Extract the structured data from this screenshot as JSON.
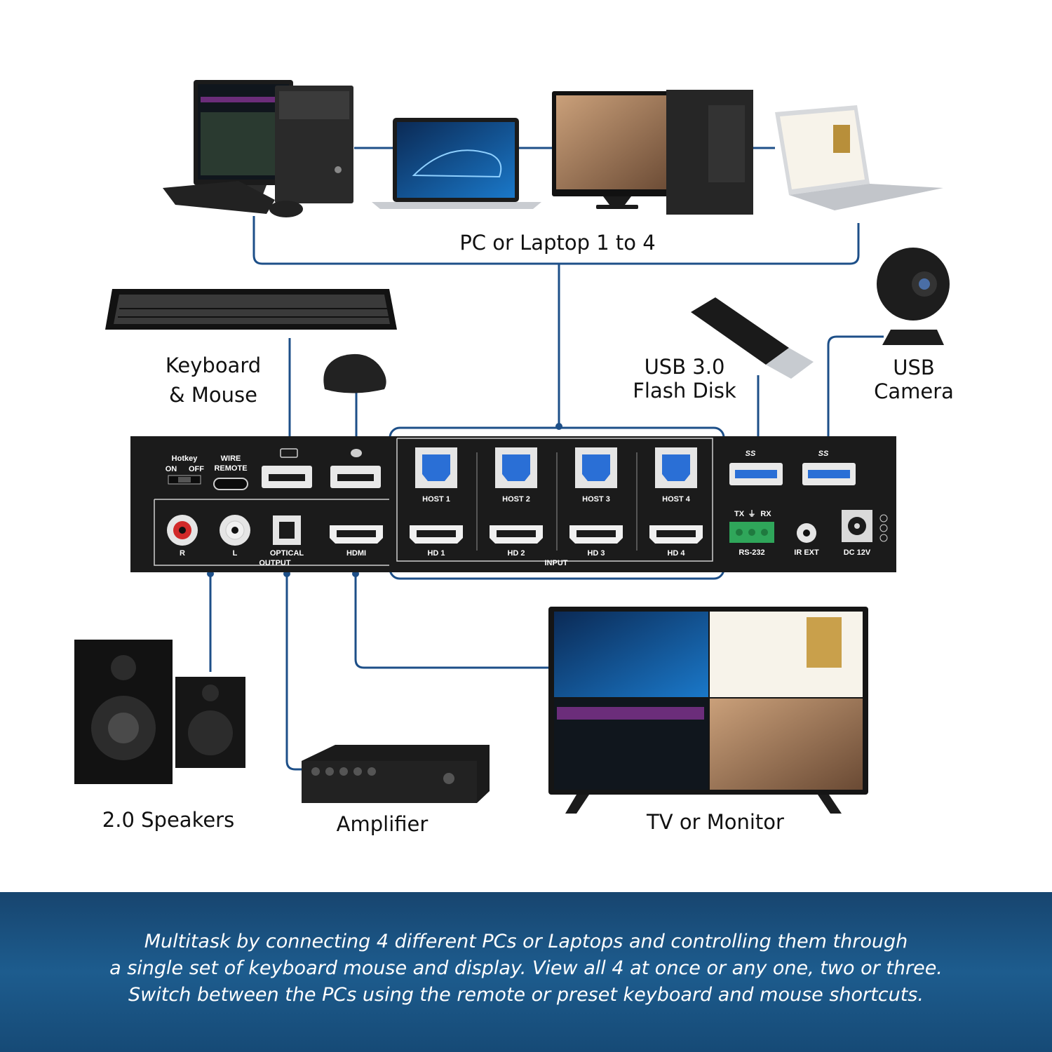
{
  "colors": {
    "connector": "#1d4f88",
    "device_body": "#1b1b1b",
    "banner": "#1a5384",
    "usb3_port": "#2a6fd6",
    "terminal_green": "#2fa65a"
  },
  "labels": {
    "pcs": "PC or Laptop 1 to 4",
    "keyboard_mouse_line1": "Keyboard",
    "keyboard_mouse_line2": "& Mouse",
    "flash_line1": "USB 3.0",
    "flash_line2": "Flash Disk",
    "camera_line1": "USB",
    "camera_line2": "Camera",
    "speakers": "2.0 Speakers",
    "amplifier": "Amplifier",
    "tv": "TV or Monitor"
  },
  "panel": {
    "hotkey": "Hotkey",
    "on": "ON",
    "off": "OFF",
    "wire_line1": "WIRE",
    "wire_line2": "REMOTE",
    "host1": "HOST 1",
    "host2": "HOST 2",
    "host3": "HOST 3",
    "host4": "HOST 4",
    "hd1": "HD 1",
    "hd2": "HD 2",
    "hd3": "HD 3",
    "hd4": "HD 4",
    "input": "INPUT",
    "r": "R",
    "l": "L",
    "optical": "OPTICAL",
    "output": "OUTPUT",
    "hdmi": "HDMI",
    "ss_left": "SS",
    "ss_right": "SS",
    "tx": "TX",
    "rx": "RX",
    "rs232": "RS-232",
    "ir_ext": "IR EXT",
    "dc": "DC 12V"
  },
  "banner": {
    "line1": "Multitask by connecting 4 different PCs or Laptops and controlling them through",
    "line2": "a single set of keyboard mouse and display. View all 4 at once or any one, two or three.",
    "line3": "Switch between the PCs using the remote or preset keyboard and mouse shortcuts."
  }
}
